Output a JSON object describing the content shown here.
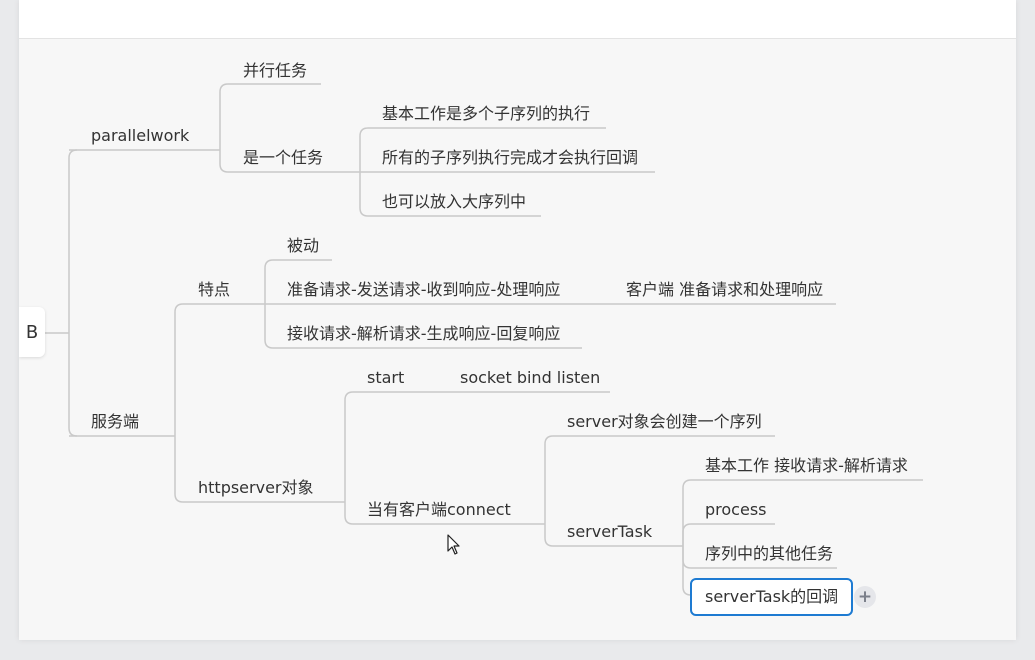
{
  "root": {
    "label": "B"
  },
  "nodes": {
    "parallelwork": "parallelwork",
    "parallel_task": "并行任务",
    "is_a_task": "是一个任务",
    "basic_work": "基本工作是多个子序列的执行",
    "all_subseq_done": "所有的子序列执行完成才会执行回调",
    "into_big_series": "也可以放入大序列中",
    "server_side": "服务端",
    "features": "特点",
    "passive": "被动",
    "client_flow": "准备请求-发送请求-收到响应-处理响应",
    "client_note": "客户端 准备请求和处理响应",
    "server_flow": "接收请求-解析请求-生成响应-回复响应",
    "httpserver_obj": "httpserver对象",
    "start": "start",
    "socket_bind_listen": "socket bind listen",
    "on_client_connect": "当有客户端connect",
    "server_creates_series": "server对象会创建一个序列",
    "server_task": "serverTask",
    "basic_work_recv_parse": "基本工作 接收请求-解析请求",
    "process": "process",
    "other_tasks": "序列中的其他任务",
    "server_task_callback": "serverTask的回调"
  },
  "add_button": {
    "label": "+"
  },
  "colors": {
    "line": "#c9c9c9",
    "selected_border": "#1e7bd2",
    "text": "#333333"
  }
}
